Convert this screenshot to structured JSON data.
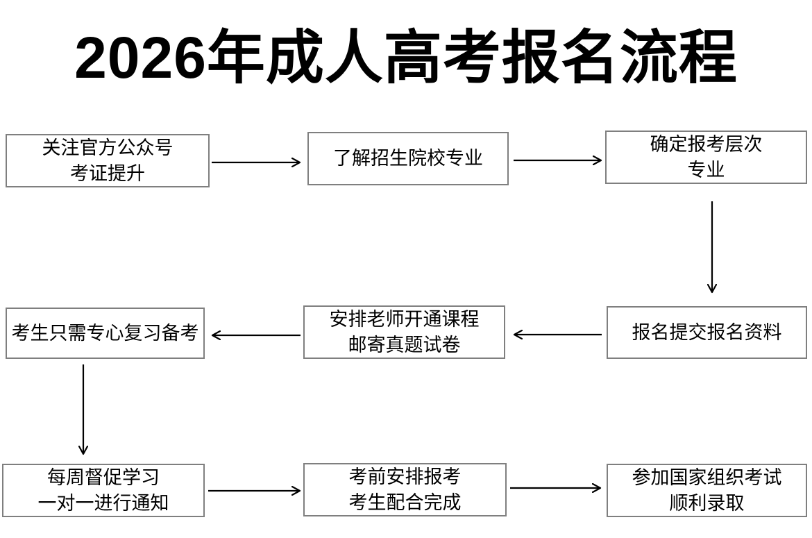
{
  "title": "2026年成人高考报名流程",
  "flow": {
    "boxes": [
      {
        "line1": "关注官方公众号",
        "line2": "考证提升"
      },
      {
        "line1": "了解招生院校专业",
        "line2": ""
      },
      {
        "line1": "确定报考层次",
        "line2": "专业"
      },
      {
        "line1": "考生只需专心复习备考",
        "line2": ""
      },
      {
        "line1": "安排老师开通课程",
        "line2": "邮寄真题试卷"
      },
      {
        "line1": "报名提交报名资料",
        "line2": ""
      },
      {
        "line1": "每周督促学习",
        "line2": "一对一进行通知"
      },
      {
        "line1": "考前安排报考",
        "line2": "考生配合完成"
      },
      {
        "line1": "参加国家组织考试",
        "line2": "顺利录取"
      }
    ],
    "sequence": [
      "关注官方公众号 考证提升",
      "了解招生院校专业",
      "确定报考层次 专业",
      "报名提交报名资料",
      "安排老师开通课程 邮寄真题试卷",
      "考生只需专心复习备考",
      "每周督促学习 一对一进行通知",
      "考前安排报考 考生配合完成",
      "参加国家组织考试 顺利录取"
    ],
    "colors": {
      "background": "#ffffff",
      "box_border": "#7f7f7f",
      "box_fill": "#ffffff",
      "text": "#000000",
      "title": "#000000",
      "arrow": "#000000"
    }
  }
}
